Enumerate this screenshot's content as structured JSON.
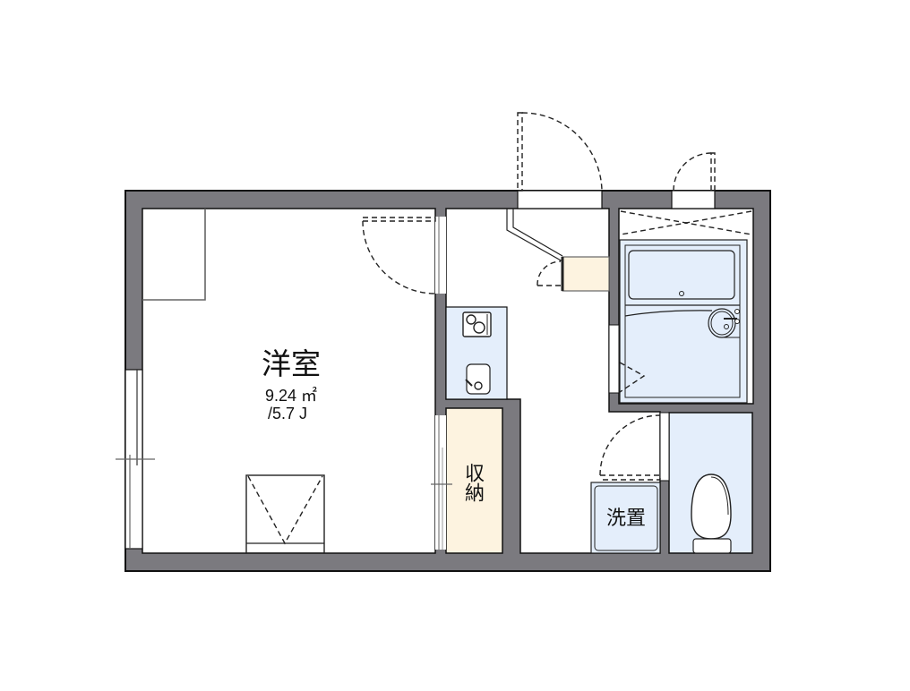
{
  "floorplan": {
    "colors": {
      "wall": "#7b7a7f",
      "wall_outline": "#111111",
      "floor": "#ffffff",
      "wet_area": "#e4eefb",
      "storage": "#fdf3e0"
    },
    "rooms": [
      {
        "id": "western-room",
        "name": "洋室",
        "area": "9.24 ㎡",
        "tatami": "/5.7 J"
      },
      {
        "id": "closet",
        "name": "収納"
      },
      {
        "id": "laundry",
        "name": "洗置"
      },
      {
        "id": "kitchen",
        "name": ""
      },
      {
        "id": "bathroom",
        "name": ""
      },
      {
        "id": "toilet",
        "name": ""
      }
    ]
  }
}
